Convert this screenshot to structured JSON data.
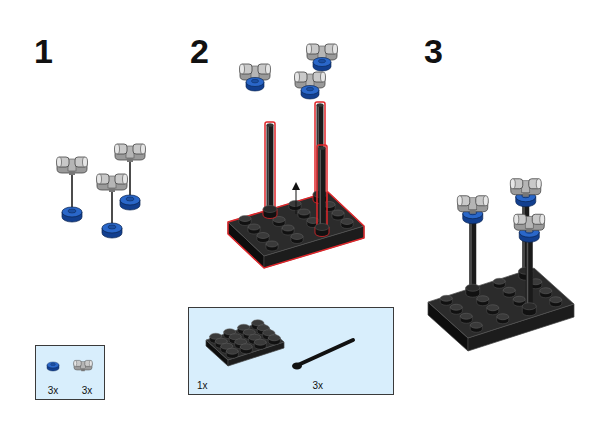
{
  "diagram": {
    "nodes": [
      {
        "text": [
          "3x",
          "3x"
        ]
      },
      {
        "text": [
          "1x",
          "3x"
        ]
      }
    ],
    "labels": [
      "1",
      "2",
      "3"
    ]
  }
}
